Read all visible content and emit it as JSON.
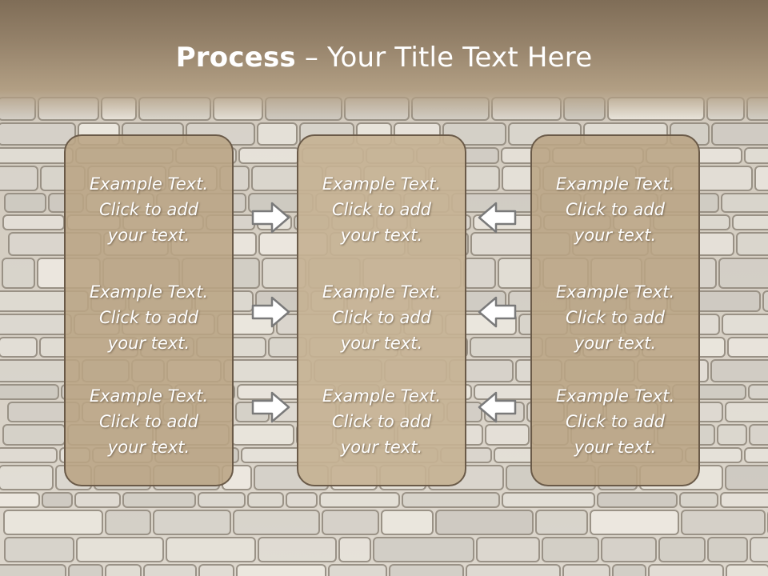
{
  "title": {
    "bold": "Process",
    "rest": " – Your Title Text Here"
  },
  "columns": [
    {
      "blocks": [
        {
          "line1": "Example Text.",
          "line2": "Click  to add",
          "line3": "your text."
        },
        {
          "line1": "Example Text.",
          "line2": "Click  to add",
          "line3": "your text."
        },
        {
          "line1": "Example Text.",
          "line2": "Click  to add",
          "line3": "your text."
        }
      ]
    },
    {
      "blocks": [
        {
          "line1": "Example Text.",
          "line2": "Click  to add",
          "line3": "your text."
        },
        {
          "line1": "Example Text.",
          "line2": "Click  to add",
          "line3": "your text."
        },
        {
          "line1": "Example Text.",
          "line2": "Click  to add",
          "line3": "your text."
        }
      ]
    },
    {
      "blocks": [
        {
          "line1": "Example Text.",
          "line2": "Click  to add",
          "line3": "your text."
        },
        {
          "line1": "Example Text.",
          "line2": "Click  to add",
          "line3": "your text."
        },
        {
          "line1": "Example Text.",
          "line2": "Click  to add",
          "line3": "your text."
        }
      ]
    }
  ],
  "arrows": {
    "left_to_mid": "arrow-right-icon",
    "right_to_mid": "arrow-left-icon"
  },
  "colors": {
    "header": "#8a7760",
    "box_fill": "#b9a484",
    "box_border": "#6a5a48",
    "text": "#ffffff",
    "arrow_fill": "#ffffff",
    "arrow_stroke": "#7a7a7a"
  }
}
